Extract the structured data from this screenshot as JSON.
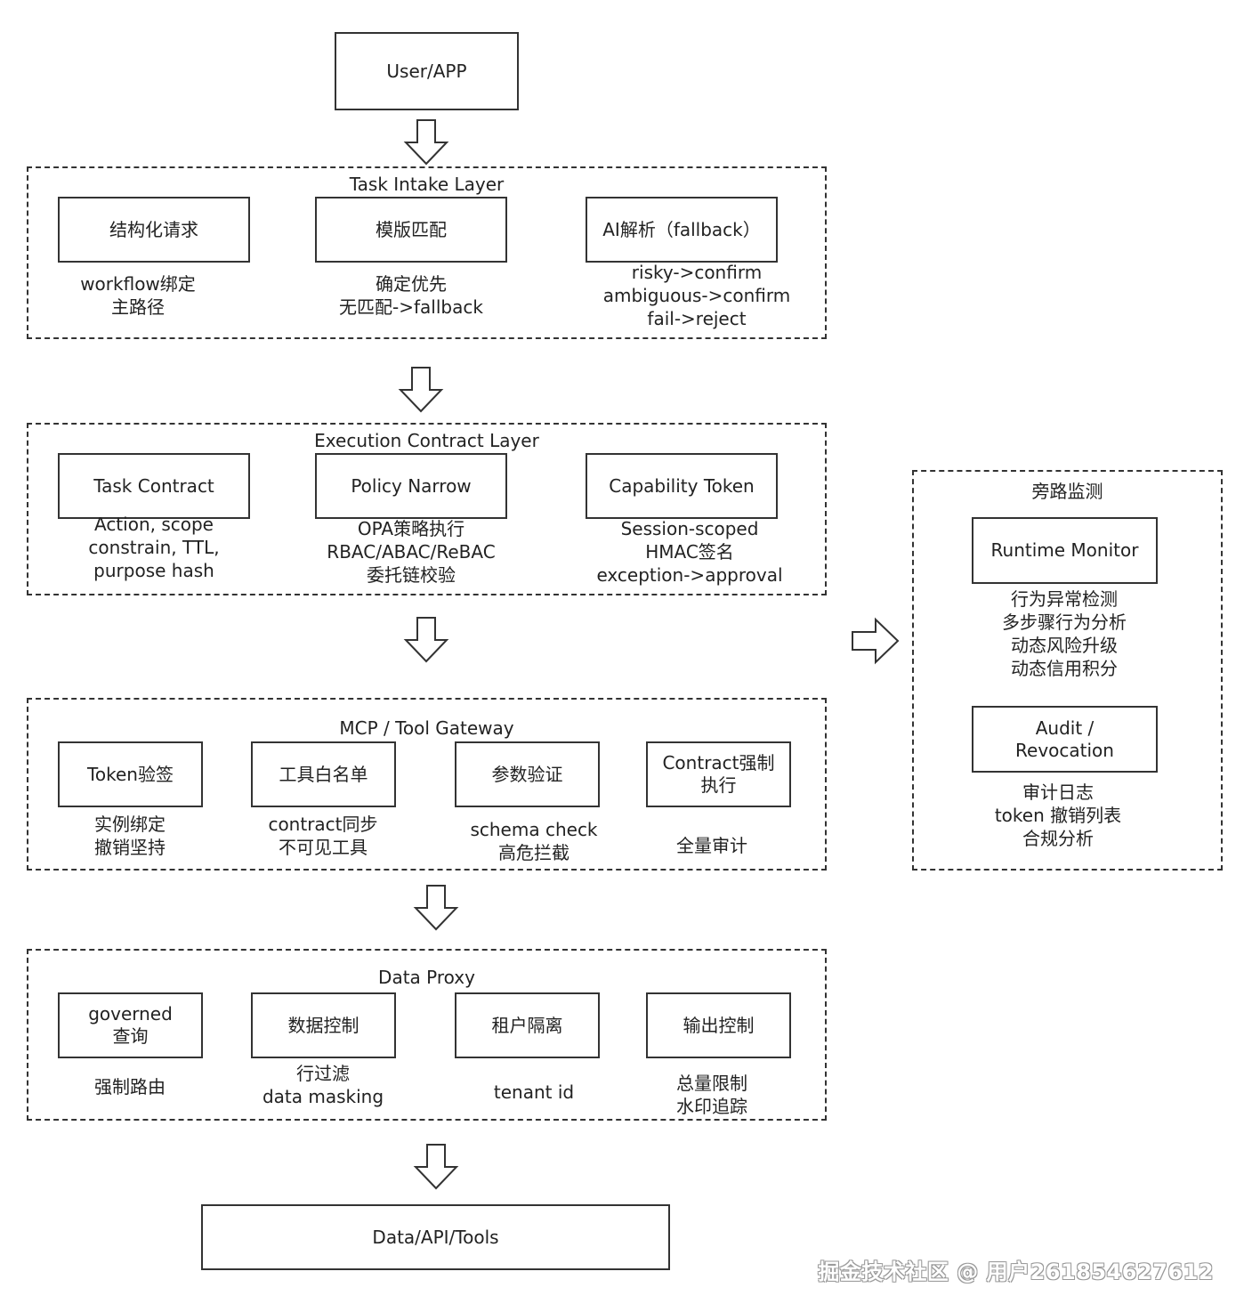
{
  "user_app": "User/APP",
  "intake": {
    "title": "Task Intake Layer",
    "box1": "结构化请求",
    "note1": "workflow绑定\n主路径",
    "box2": "模版匹配",
    "note2": "确定优先\n无匹配->fallback",
    "box3": "AI解析（fallback）",
    "note3": "risky->confirm\nambiguous->confirm\nfail->reject"
  },
  "contract": {
    "title": "Execution Contract Layer",
    "box1": "Task Contract",
    "note1": "Action, scope\nconstrain, TTL,\npurpose hash",
    "box2": "Policy Narrow",
    "note2": "OPA策略执行\nRBAC/ABAC/ReBAC\n委托链校验",
    "box3": "Capability Token",
    "note3": "Session-scoped\nHMAC签名\nexception->approval"
  },
  "gateway": {
    "title": "MCP / Tool Gateway",
    "box1": "Token验签",
    "note1": "实例绑定\n撤销坚持",
    "box2": "工具白名单",
    "note2": "contract同步\n不可见工具",
    "box3": "参数验证",
    "note3": "schema check\n高危拦截",
    "box4": "Contract强制\n执行",
    "note4": "全量审计"
  },
  "proxy": {
    "title": "Data Proxy",
    "box1": "governed\n查询",
    "note1": "强制路由",
    "box2": "数据控制",
    "note2": "行过滤\ndata masking",
    "box3": "租户隔离",
    "note3": "tenant id",
    "box4": "输出控制",
    "note4": "总量限制\n水印追踪"
  },
  "data_api": "Data/API/Tools",
  "bypass": {
    "title": "旁路监测",
    "box1": "Runtime Monitor",
    "note1": "行为异常检测\n多步骤行为分析\n动态风险升级\n动态信用积分",
    "box2": "Audit /\nRevocation",
    "note2": "审计日志\ntoken 撤销列表\n合规分析"
  },
  "watermark": "掘金技术社区 @ 用户261854627612"
}
